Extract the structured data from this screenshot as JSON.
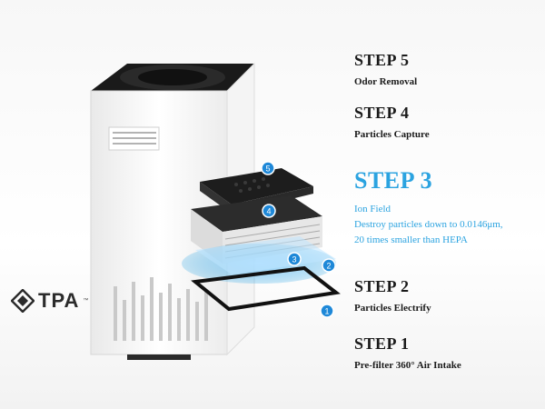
{
  "brand": {
    "name": "TPA",
    "trademark": "™"
  },
  "steps": [
    {
      "title": "STEP 5",
      "lines": [
        "Odor Removal"
      ]
    },
    {
      "title": "STEP 4",
      "lines": [
        "Particles Capture"
      ]
    },
    {
      "title": "STEP 3",
      "lines": [
        "Ion Field",
        "Destroy particles down to 0.0146μm,",
        "20 times smaller than HEPA"
      ]
    },
    {
      "title": "STEP 2",
      "lines": [
        "Particles Electrify"
      ]
    },
    {
      "title": "STEP 1",
      "lines": [
        "Pre-filter 360° Air Intake"
      ]
    }
  ],
  "badges": [
    "5",
    "4",
    "3",
    "2",
    "1"
  ],
  "colors": {
    "accent": "#2ba3e0",
    "text": "#1a1a1a",
    "badge": "#1e88d8"
  }
}
